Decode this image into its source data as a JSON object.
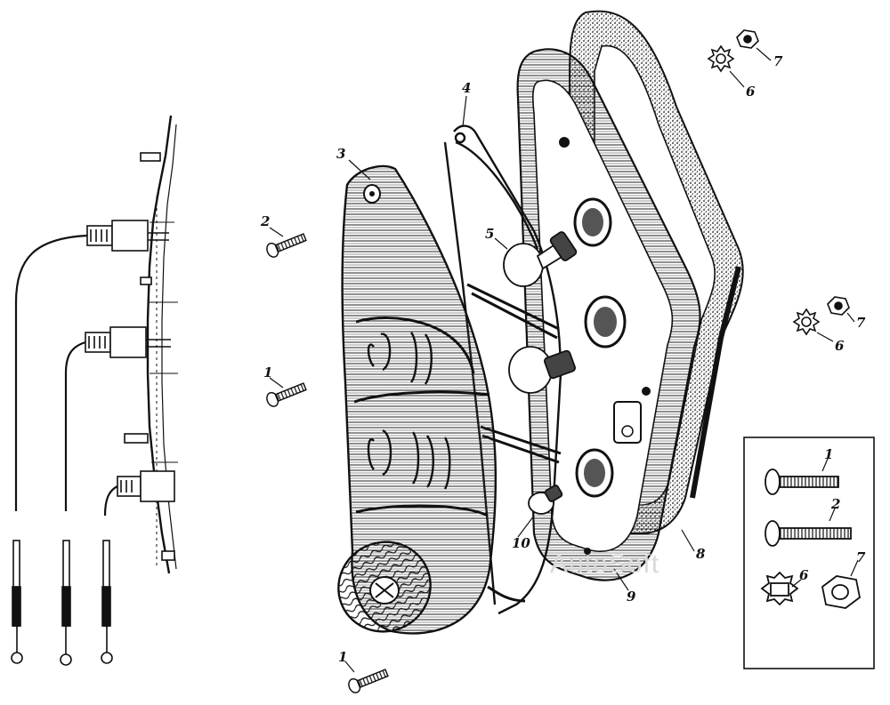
{
  "diagram": {
    "callouts": {
      "c1_top": "1",
      "c1_bottom": "1",
      "c2": "2",
      "c3": "3",
      "c4": "4",
      "c5": "5",
      "c6_top": "6",
      "c6_mid": "6",
      "c7_top": "7",
      "c7_mid": "7",
      "c8": "8",
      "c9": "9",
      "c10": "10"
    },
    "inset_callouts": {
      "i1": "1",
      "i2": "2",
      "i6": "6",
      "i7": "7"
    },
    "watermark": "AutoSoft"
  }
}
